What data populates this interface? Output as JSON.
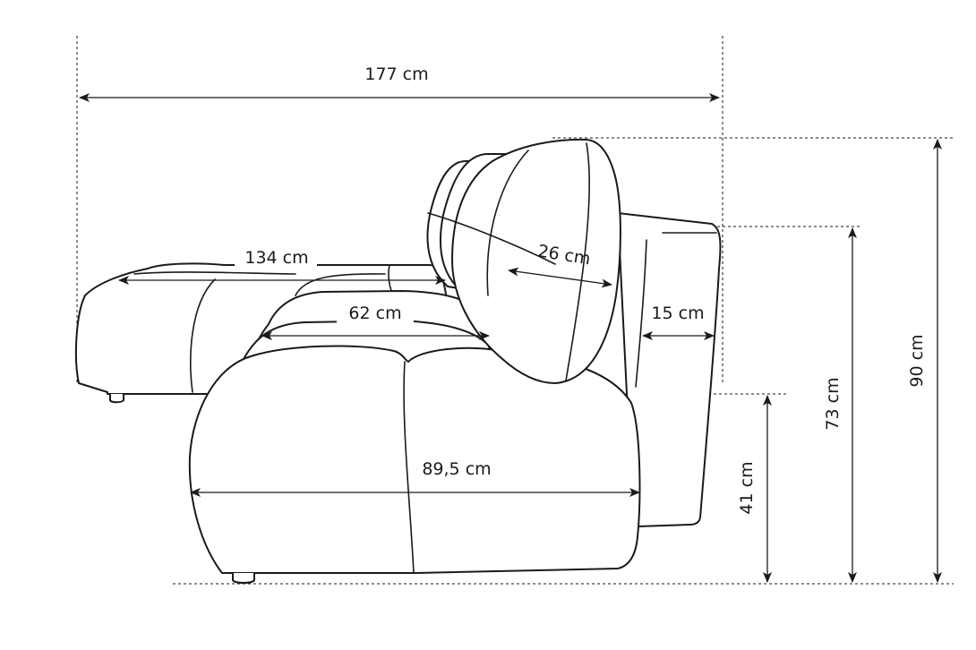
{
  "title": "Sofa dimensions diagram",
  "colors": {
    "line": "#1a1a1a",
    "background": "#ffffff"
  },
  "dimensions": {
    "total_width": "177 cm",
    "seat_width_back": "134 cm",
    "seat_depth": "62 cm",
    "backrest_thickness": "26 cm",
    "armrest_width": "15 cm",
    "module_depth": "89,5 cm",
    "seat_height": "41 cm",
    "armrest_height": "73 cm",
    "total_height": "90 cm"
  }
}
